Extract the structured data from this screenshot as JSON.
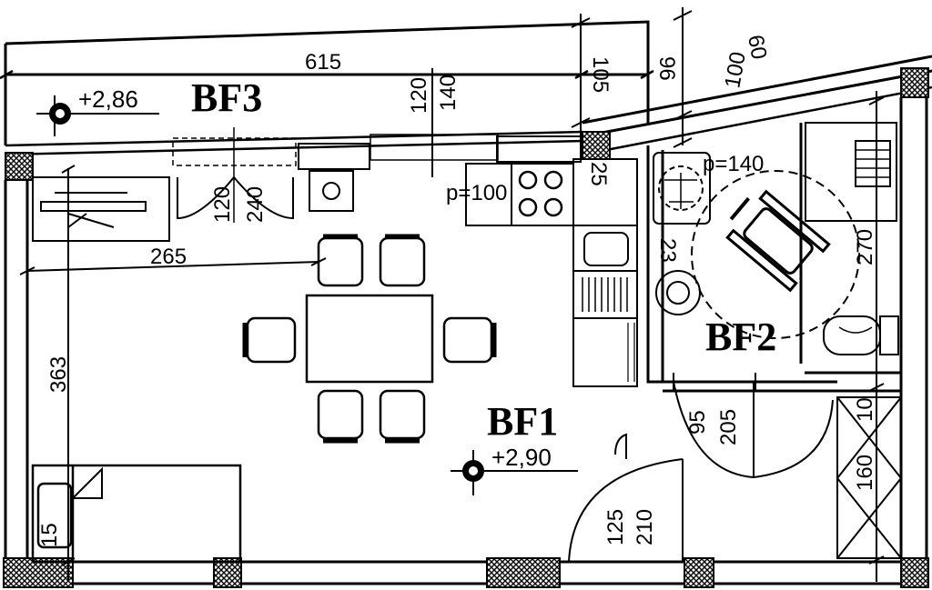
{
  "rooms": {
    "bf1": "BF1",
    "bf2": "BF2",
    "bf3": "BF3"
  },
  "elevations": {
    "bf1": "+2,90",
    "bf3": "+2,86"
  },
  "dimensions": {
    "d615": "615",
    "d105": "105",
    "d96": "96",
    "d100": "100",
    "d60": "60",
    "d120a": "120",
    "d140": "140",
    "d120b": "120",
    "d240": "240",
    "p100": "p=100",
    "d25": "25",
    "p140": "p=140",
    "d265": "265",
    "d363": "363",
    "d23": "23",
    "d270": "270",
    "d95": "95",
    "d205": "205",
    "d10": "10",
    "d160": "160",
    "d125": "125",
    "d210": "210",
    "d15": "15"
  }
}
